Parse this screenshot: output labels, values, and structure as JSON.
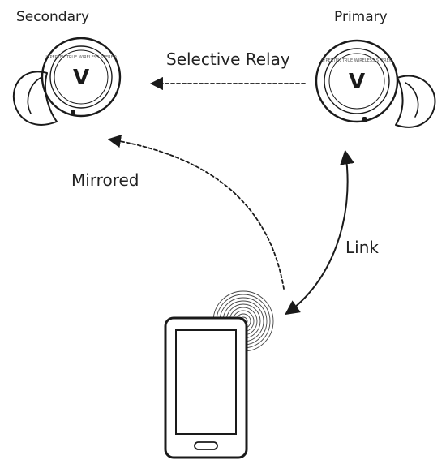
{
  "nodes": {
    "secondary": {
      "label": "Secondary",
      "emblem": "V",
      "case_text": "LYPERTEK TRUE WIRELESS STEREO"
    },
    "primary": {
      "label": "Primary",
      "emblem": "V",
      "case_text": "LYPERTEK TRUE WIRELESS STEREO"
    },
    "phone": {
      "icon": "smartphone-icon"
    }
  },
  "edges": {
    "selective_relay": {
      "label": "Selective Relay",
      "style": "dashed"
    },
    "mirrored": {
      "label": "Mirrored",
      "style": "dashed"
    },
    "link": {
      "label": "Link",
      "style": "solid"
    }
  },
  "colors": {
    "ink": "#1a1a1a",
    "background": "#ffffff"
  }
}
